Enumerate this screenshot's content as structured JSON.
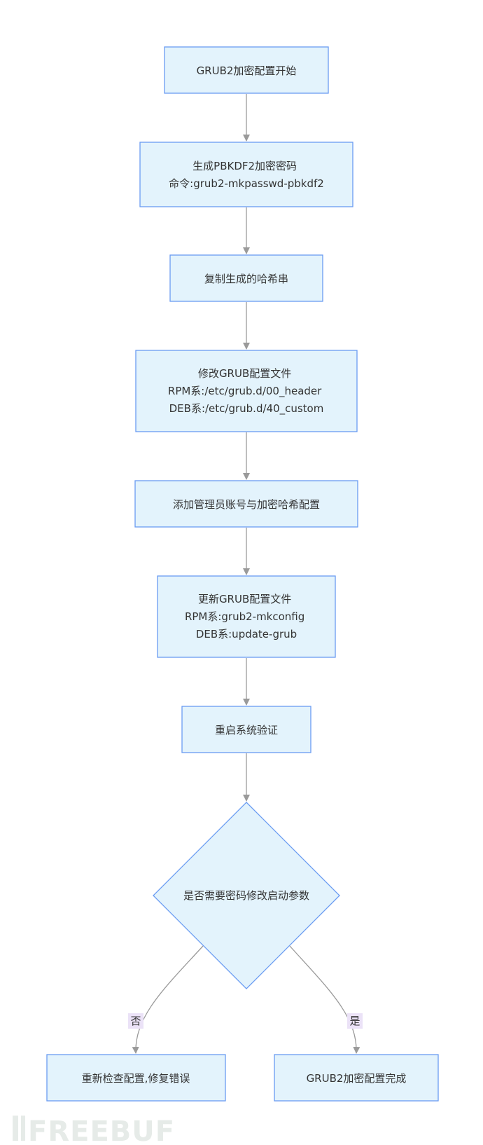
{
  "flowchart": {
    "nodes": {
      "start": {
        "lines": [
          "GRUB2加密配置开始"
        ]
      },
      "gen_hash": {
        "lines": [
          "生成PBKDF2加密密码",
          "命令:grub2-mkpasswd-pbkdf2"
        ]
      },
      "copy_hash": {
        "lines": [
          "复制生成的哈希串"
        ]
      },
      "edit_config": {
        "lines": [
          "修改GRUB配置文件",
          "RPM系:/etc/grub.d/00_header",
          "DEB系:/etc/grub.d/40_custom"
        ]
      },
      "add_admin": {
        "lines": [
          "添加管理员账号与加密哈希配置"
        ]
      },
      "update_config": {
        "lines": [
          "更新GRUB配置文件",
          "RPM系:grub2-mkconfig",
          "DEB系:update-grub"
        ]
      },
      "reboot_verify": {
        "lines": [
          "重启系统验证"
        ]
      },
      "decision": {
        "lines": [
          "是否需要密码修改启动参数"
        ]
      },
      "fix_errors": {
        "lines": [
          "重新检查配置,修复错误"
        ]
      },
      "done": {
        "lines": [
          "GRUB2加密配置完成"
        ]
      }
    },
    "edge_labels": {
      "no": "否",
      "yes": "是"
    }
  },
  "watermark": {
    "text": "FREEBUF"
  },
  "colors": {
    "node_fill": "#e3f3fc",
    "node_stroke": "#6a9cf2",
    "edge": "#9a9a9a",
    "edge_label_bg": "#ebe2f7",
    "text": "#333333",
    "watermark": "#e6ebe8"
  }
}
